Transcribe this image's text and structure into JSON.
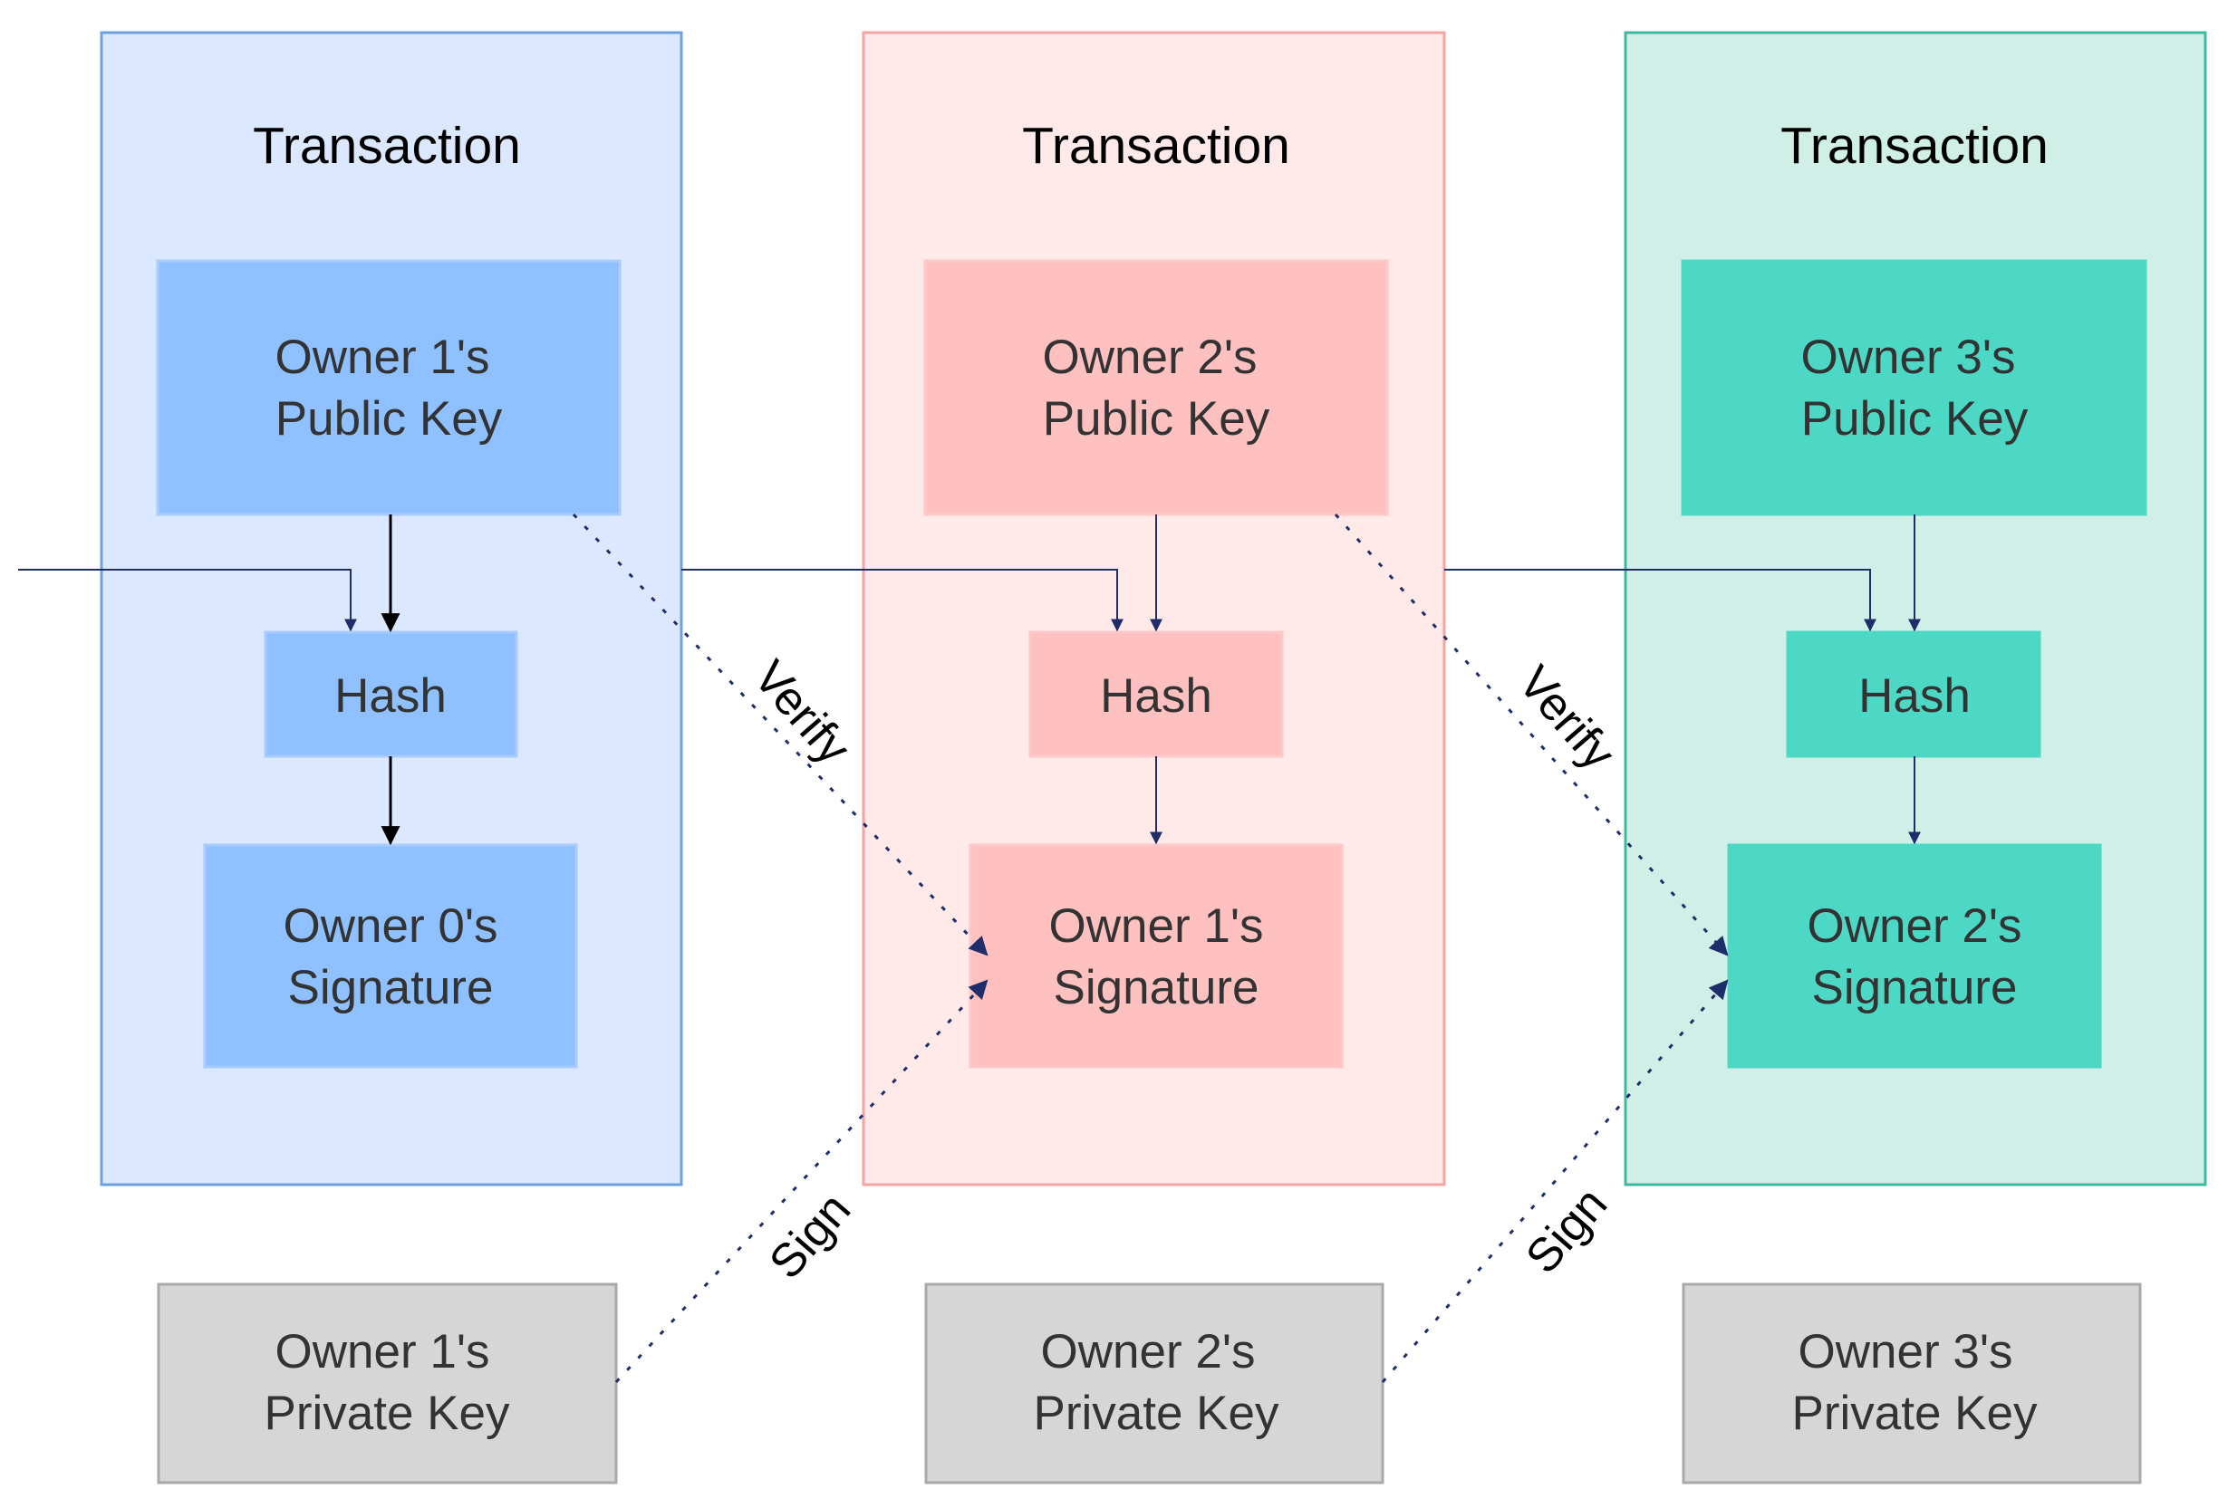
{
  "colors": {
    "panel1_fill": "#dce8ff",
    "panel1_stroke": "#6fa0e0",
    "node1_fill": "#8fc0ff",
    "node1_stroke": "#a8ccff",
    "panel2_fill": "#ffe9e9",
    "panel2_stroke": "#f5a3a3",
    "node2_fill": "#ffc0c0",
    "node2_stroke": "#ffc8c8",
    "panel3_fill": "#d0efe7",
    "panel3_stroke": "#40b8a0",
    "node3_fill": "#4dd8c5",
    "node3_stroke": "#4dd8c5",
    "private_fill": "#d6d6d6",
    "private_stroke": "#a9a9a9",
    "edge_dark": "#1f2d6b",
    "edge_black": "#000000"
  },
  "panels": [
    {
      "title": "Transaction",
      "public_key": [
        "Owner 1's",
        "Public Key"
      ],
      "hash": "Hash",
      "signature": [
        "Owner 0's",
        "Signature"
      ]
    },
    {
      "title": "Transaction",
      "public_key": [
        "Owner 2's",
        "Public Key"
      ],
      "hash": "Hash",
      "signature": [
        "Owner 1's",
        "Signature"
      ]
    },
    {
      "title": "Transaction",
      "public_key": [
        "Owner 3's",
        "Public Key"
      ],
      "hash": "Hash",
      "signature": [
        "Owner 2's",
        "Signature"
      ]
    }
  ],
  "private_keys": [
    [
      "Owner 1's",
      "Private Key"
    ],
    [
      "Owner 2's",
      "Private Key"
    ],
    [
      "Owner 3's",
      "Private Key"
    ]
  ],
  "edge_labels": {
    "verify": "Verify",
    "sign": "Sign"
  }
}
